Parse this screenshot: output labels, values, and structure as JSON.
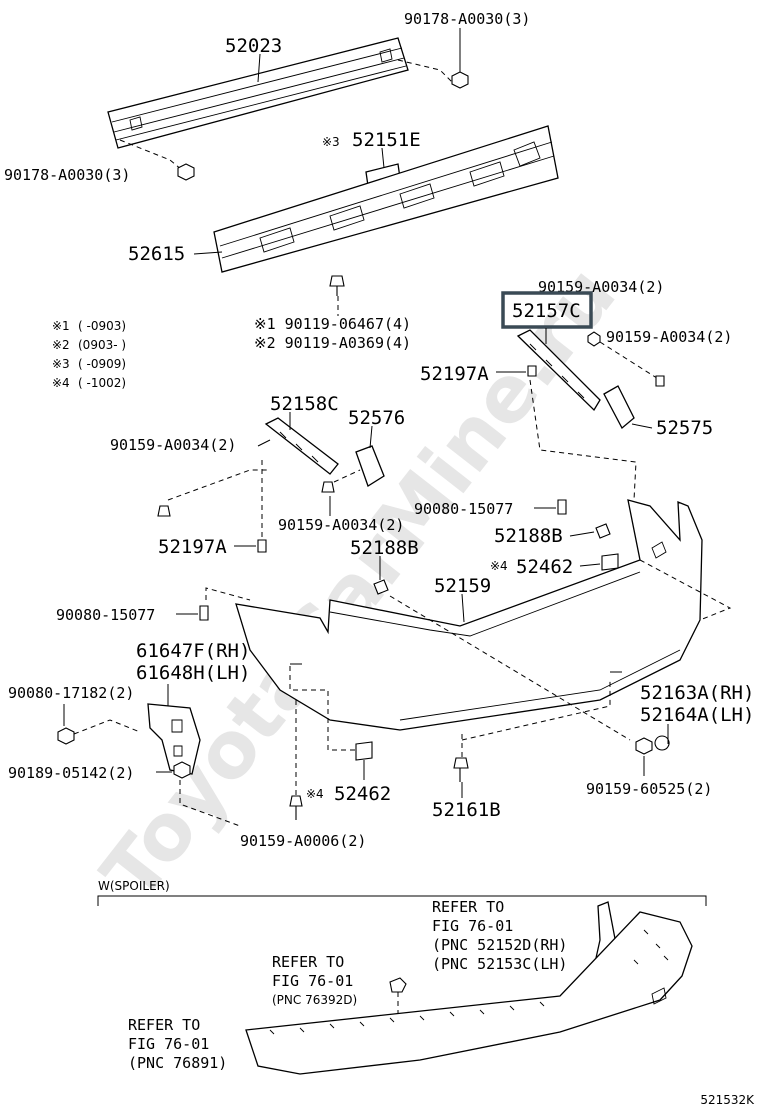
{
  "watermark": "ToyotaCarMine.ru",
  "diagram_id": "521532K",
  "highlighted_part": "52157C",
  "notes": [
    {
      "mark": "※1",
      "text": "(      -0903)"
    },
    {
      "mark": "※2",
      "text": "(0903-      )"
    },
    {
      "mark": "※3",
      "text": "(      -0909)"
    },
    {
      "mark": "※4",
      "text": "(      -1002)"
    }
  ],
  "labels": {
    "p52023": "52023",
    "p90178a": "90178-A0030(3)",
    "p90178b": "90178-A0030(3)",
    "p52151e_mark": "※3",
    "p52151e": "52151E",
    "p52615": "52615",
    "p90119_1": "※1 90119-06467(4)",
    "p90119_2": "※2 90119-A0369(4)",
    "p90159_top": "90159-A0034(2)",
    "p52157c": "52157C",
    "p90159_r": "90159-A0034(2)",
    "p52197a_r": "52197A",
    "p52575": "52575",
    "p52158c": "52158C",
    "p52576": "52576",
    "p90159_l": "90159-A0034(2)",
    "p90159_m": "90159-A0034(2)",
    "p90080_r": "90080-15077",
    "p52197a_l": "52197A",
    "p52188b_r": "52188B",
    "p52188b_l": "52188B",
    "p52462_r_mark": "※4",
    "p52462_r": "52462",
    "p52159": "52159",
    "p90080_l": "90080-15077",
    "p61647f": "61647F(RH)",
    "p61648h": "61648H(LH)",
    "p90080_17182": "90080-17182(2)",
    "p52163a": "52163A(RH)",
    "p52164a": "52164A(LH)",
    "p90189": "90189-05142(2)",
    "p52462_l_mark": "※4",
    "p52462_l": "52462",
    "p52161b": "52161B",
    "p90159_60525": "90159-60525(2)",
    "p90159_a0006": "90159-A0006(2)"
  },
  "spoiler_section": {
    "title": "W(SPOILER)",
    "ref1": [
      "REFER TO",
      "FIG 76-01",
      "(PNC 52152D(RH)",
      "(PNC 52153C(LH)"
    ],
    "ref2": [
      "REFER TO",
      "FIG 76-01",
      "(PNC 76392D)"
    ],
    "ref3": [
      "REFER TO",
      "FIG 76-01",
      "(PNC 76891)"
    ]
  }
}
